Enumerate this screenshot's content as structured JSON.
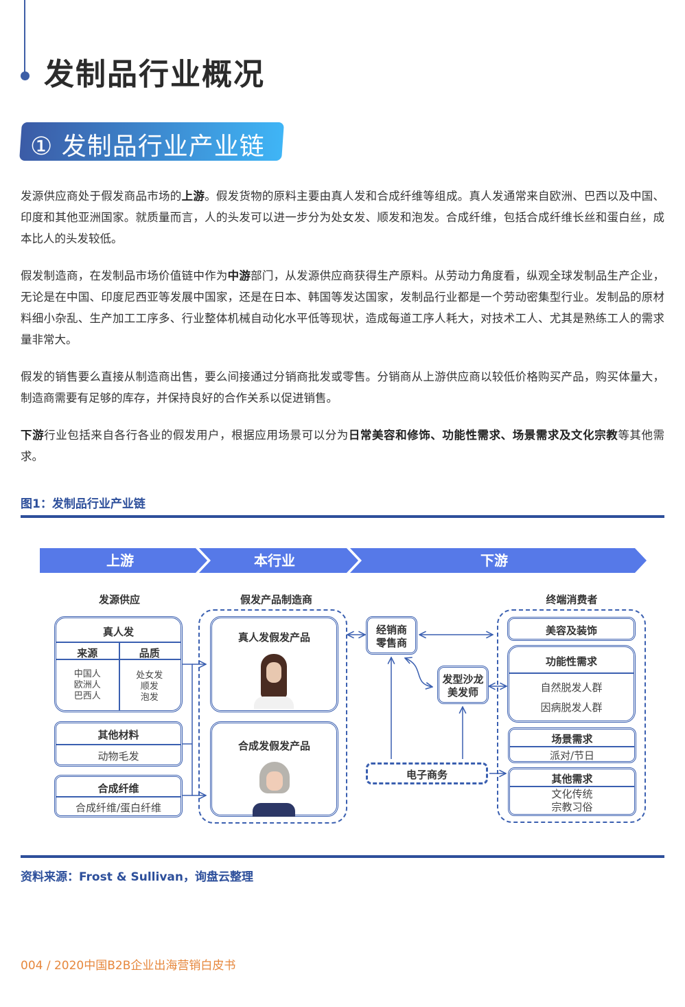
{
  "page_title": "发制品行业概况",
  "section_title": "① 发制品行业产业链",
  "paragraphs": [
    [
      "发源供应商处于假发商品市场的",
      "上游",
      "。假发货物的原料主要由真人发和合成纤维等组成。真人发通常来自欧洲、巴西以及中国、印度和其他亚洲国家。就质量而言，人的头发可以进一步分为处女发、顺发和泡发。合成纤维，包括合成纤维长丝和蛋白丝，成本比人的头发较低。"
    ],
    [
      "假发制造商，在发制品市场价值链中作为",
      "中游",
      "部门，从发源供应商获得生产原料。从劳动力角度看，纵观全球发制品生产企业，无论是在中国、印度尼西亚等发展中国家，还是在日本、韩国等发达国家，发制品行业都是一个劳动密集型行业。发制品的原材料细小杂乱、生产加工工序多、行业整体机械自动化水平低等现状，造成每道工序人耗大，对技术工人、尤其是熟练工人的需求量非常大。"
    ],
    [
      "假发的销售要么直接从制造商出售，要么间接通过分销商批发或零售。分销商从上游供应商以较低价格购买产品，购买体量大，制造商需要有足够的库存，并保持良好的合作关系以促进销售。",
      "",
      ""
    ],
    [
      "",
      "下游",
      "行业包括来自各行各业的假发用户，根据应用场景可以分为",
      "日常美容和修饰、功能性需求、场景需求及文化宗教",
      "等其他需求。"
    ]
  ],
  "figure_caption": "图1：发制品行业产业链",
  "diagram": {
    "bands": [
      "上游",
      "本行业",
      "下游"
    ],
    "supply_label": "发源供应",
    "real_hair": {
      "title": "真人发",
      "col1": "来源",
      "col2": "品质",
      "sources": [
        "中国人",
        "欧洲人",
        "巴西人"
      ],
      "qualities": [
        "处女发",
        "顺发",
        "泡发"
      ]
    },
    "other": {
      "title": "其他材料",
      "item": "动物毛发"
    },
    "synthetic": {
      "title": "合成纤维",
      "item": "合成纤维/蛋白纤维"
    },
    "maker_label": "假发产品制造商",
    "real_product": "真人发假发产品",
    "synth_product": "合成发假发产品",
    "dealer": [
      "经销商",
      "零售商"
    ],
    "salon": [
      "发型沙龙",
      "美发师"
    ],
    "ecommerce": "电子商务",
    "consumer_label": "终端消费者",
    "beauty": "美容及装饰",
    "functional": {
      "title": "功能性需求",
      "items": [
        "自然脱发人群",
        "因病脱发人群"
      ]
    },
    "scene": {
      "title": "场景需求",
      "item": "派对/节日"
    },
    "others": {
      "title": "其他需求",
      "items": [
        "文化传统",
        "宗教习俗"
      ]
    },
    "colors": {
      "band": "#5679e8",
      "line": "#3a5fb0"
    }
  },
  "source": "资料来源：Frost & Sullivan，询盘云整理",
  "footer": "004 / 2020中国B2B企业出海营销白皮书"
}
